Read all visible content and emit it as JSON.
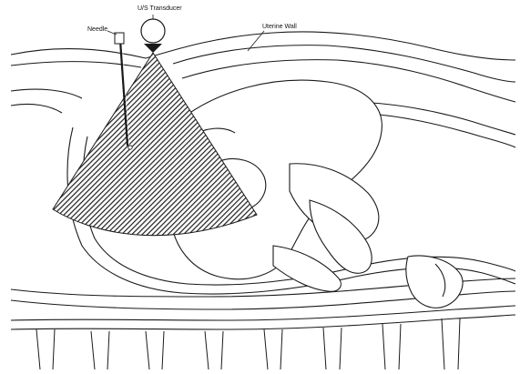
{
  "diagram": {
    "labels": {
      "needle": "Needle",
      "transducer": "U/S Transducer",
      "uterine_wall": "Uterine Wall"
    },
    "colors": {
      "ink": "#1a1a1a",
      "background": "#ffffff",
      "beam_hatch": "#2a2a2a"
    }
  }
}
